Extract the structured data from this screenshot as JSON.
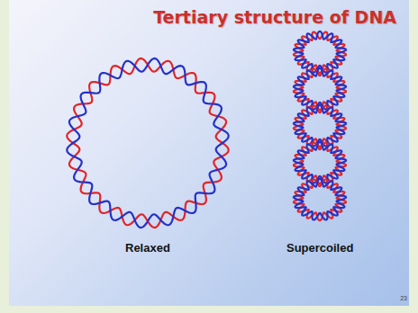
{
  "diagram": {
    "title": "Tertiary structure of DNA",
    "labels": [
      "Relaxed",
      "Supercoiled",
      "23"
    ]
  }
}
